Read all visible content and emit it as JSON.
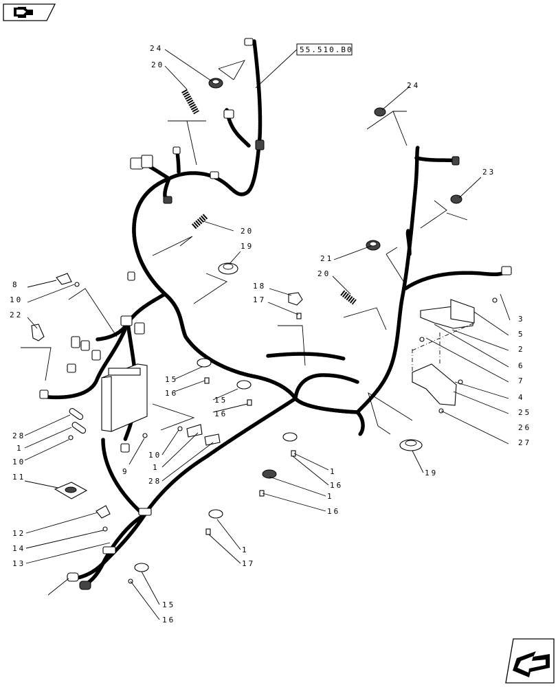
{
  "reference_box": "55.510.B0",
  "callouts": [
    {
      "id": "c24a",
      "text": "24"
    },
    {
      "id": "c20a",
      "text": "20"
    },
    {
      "id": "c24b",
      "text": "24"
    },
    {
      "id": "c23",
      "text": "23"
    },
    {
      "id": "c20b",
      "text": "20"
    },
    {
      "id": "c19a",
      "text": "19"
    },
    {
      "id": "c21",
      "text": "21"
    },
    {
      "id": "c20c",
      "text": "20"
    },
    {
      "id": "c18",
      "text": "18"
    },
    {
      "id": "c17a",
      "text": "17"
    },
    {
      "id": "c8",
      "text": "8"
    },
    {
      "id": "c10a",
      "text": "10"
    },
    {
      "id": "c22",
      "text": "22"
    },
    {
      "id": "c3",
      "text": "3"
    },
    {
      "id": "c5",
      "text": "5"
    },
    {
      "id": "c2",
      "text": "2"
    },
    {
      "id": "c6",
      "text": "6"
    },
    {
      "id": "c7",
      "text": "7"
    },
    {
      "id": "c4",
      "text": "4"
    },
    {
      "id": "c25",
      "text": "25"
    },
    {
      "id": "c26",
      "text": "26"
    },
    {
      "id": "c27",
      "text": "27"
    },
    {
      "id": "c15a",
      "text": "15"
    },
    {
      "id": "c16a",
      "text": "16"
    },
    {
      "id": "c15b",
      "text": "15"
    },
    {
      "id": "c16b",
      "text": "16"
    },
    {
      "id": "c28a",
      "text": "28"
    },
    {
      "id": "c1a",
      "text": "1"
    },
    {
      "id": "c10b",
      "text": "10"
    },
    {
      "id": "c11",
      "text": "11"
    },
    {
      "id": "c9",
      "text": "9"
    },
    {
      "id": "c10c",
      "text": "10"
    },
    {
      "id": "c1b",
      "text": "1"
    },
    {
      "id": "c28b",
      "text": "28"
    },
    {
      "id": "c1c",
      "text": "1"
    },
    {
      "id": "c16c",
      "text": "16"
    },
    {
      "id": "c1d",
      "text": "1"
    },
    {
      "id": "c16d",
      "text": "16"
    },
    {
      "id": "c19b",
      "text": "19"
    },
    {
      "id": "c12",
      "text": "12"
    },
    {
      "id": "c14",
      "text": "14"
    },
    {
      "id": "c13",
      "text": "13"
    },
    {
      "id": "c1e",
      "text": "1"
    },
    {
      "id": "c17b",
      "text": "17"
    },
    {
      "id": "c15c",
      "text": "15"
    },
    {
      "id": "c16e",
      "text": "16"
    }
  ],
  "icons": {
    "top_left": "book-arrow-icon",
    "bottom_right": "next-page-arrow-icon"
  }
}
